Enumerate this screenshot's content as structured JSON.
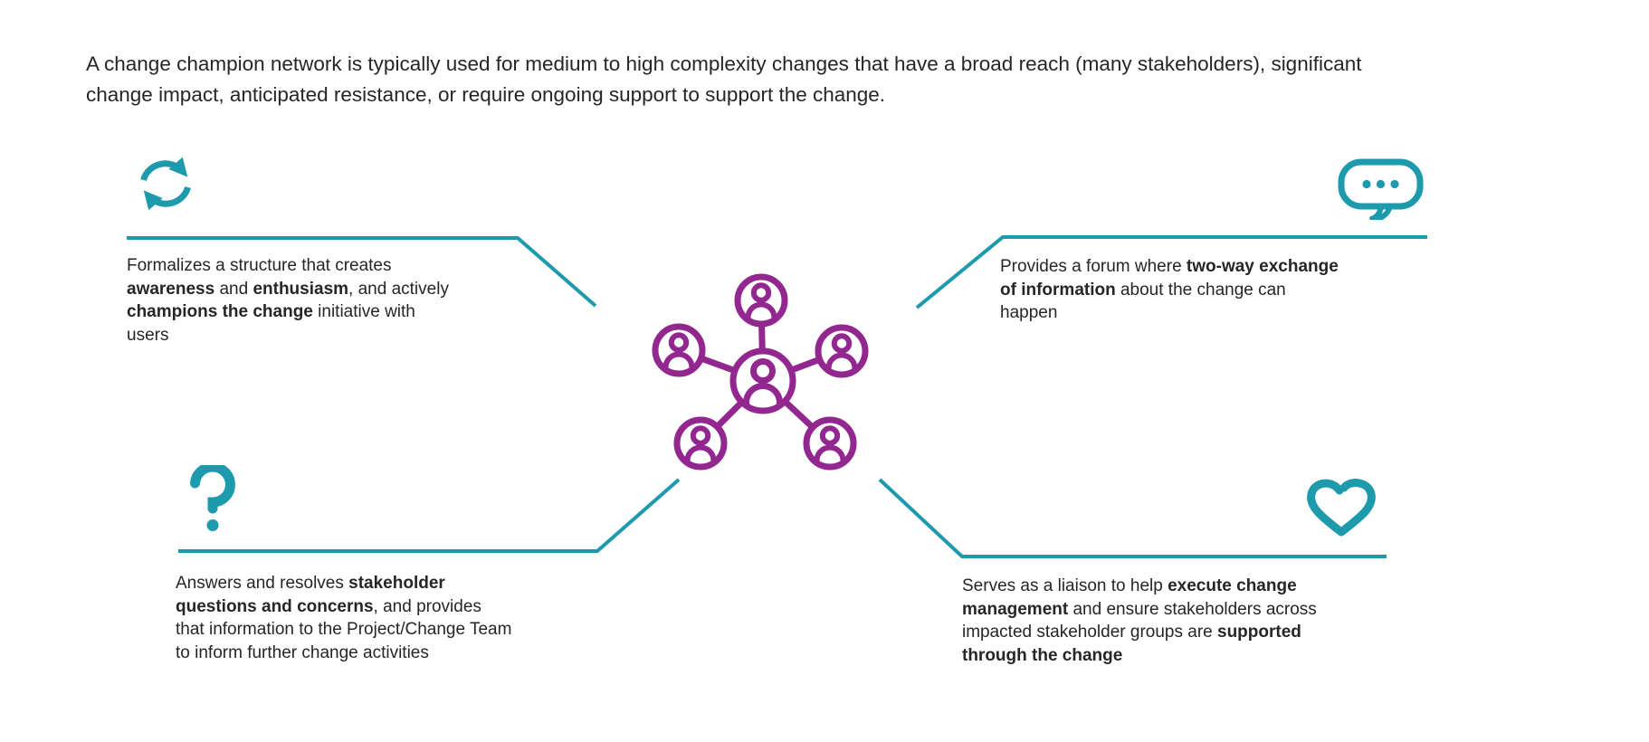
{
  "header": {
    "lines": [
      "A change champion network is typically used for medium to high complexity changes that have a broad reach (many stakeholders), significant",
      "change impact, anticipated resistance, or require ongoing support to support the change."
    ]
  },
  "colors": {
    "teal": "#1E9AAD",
    "purple": "#92278F",
    "text": "#262626"
  },
  "center": {
    "icon": "people-network-icon"
  },
  "tips": [
    {
      "name": "formalizes-structure",
      "icon": "sync-arrows-icon",
      "lines": [
        [
          {
            "t": "Formalizes a structure that creates",
            "b": false
          }
        ],
        [
          {
            "t": "awareness",
            "b": true
          },
          {
            "t": " and ",
            "b": false
          },
          {
            "t": "enthusiasm",
            "b": true
          },
          {
            "t": ", and actively",
            "b": false
          }
        ],
        [
          {
            "t": "champions the change",
            "b": true
          },
          {
            "t": " initiative with",
            "b": false
          }
        ],
        [
          {
            "t": "users",
            "b": false
          }
        ]
      ]
    },
    {
      "name": "two-way-forum",
      "icon": "speech-bubble-icon",
      "lines": [
        [
          {
            "t": "Provides a forum where ",
            "b": false
          },
          {
            "t": "two-way exchange",
            "b": true
          }
        ],
        [
          {
            "t": "of information",
            "b": true
          },
          {
            "t": " about the change can",
            "b": false
          }
        ],
        [
          {
            "t": "happen",
            "b": false
          }
        ]
      ]
    },
    {
      "name": "answers-questions",
      "icon": "question-mark-icon",
      "lines": [
        [
          {
            "t": "Answers and resolves ",
            "b": false
          },
          {
            "t": "stakeholder",
            "b": true
          }
        ],
        [
          {
            "t": "questions and concerns",
            "b": true
          },
          {
            "t": ", and provides",
            "b": false
          }
        ],
        [
          {
            "t": "that information to the Project/Change Team",
            "b": false
          }
        ],
        [
          {
            "t": "to inform further change activities",
            "b": false
          }
        ]
      ]
    },
    {
      "name": "liaison-support",
      "icon": "heart-icon",
      "lines": [
        [
          {
            "t": "Serves as a liaison to help ",
            "b": false
          },
          {
            "t": "execute change",
            "b": true
          }
        ],
        [
          {
            "t": "management",
            "b": true
          },
          {
            "t": " and ensure stakeholders across",
            "b": false
          }
        ],
        [
          {
            "t": "impacted stakeholder groups are ",
            "b": false
          },
          {
            "t": "supported",
            "b": true
          }
        ],
        [
          {
            "t": "through the change",
            "b": true
          }
        ]
      ]
    }
  ]
}
